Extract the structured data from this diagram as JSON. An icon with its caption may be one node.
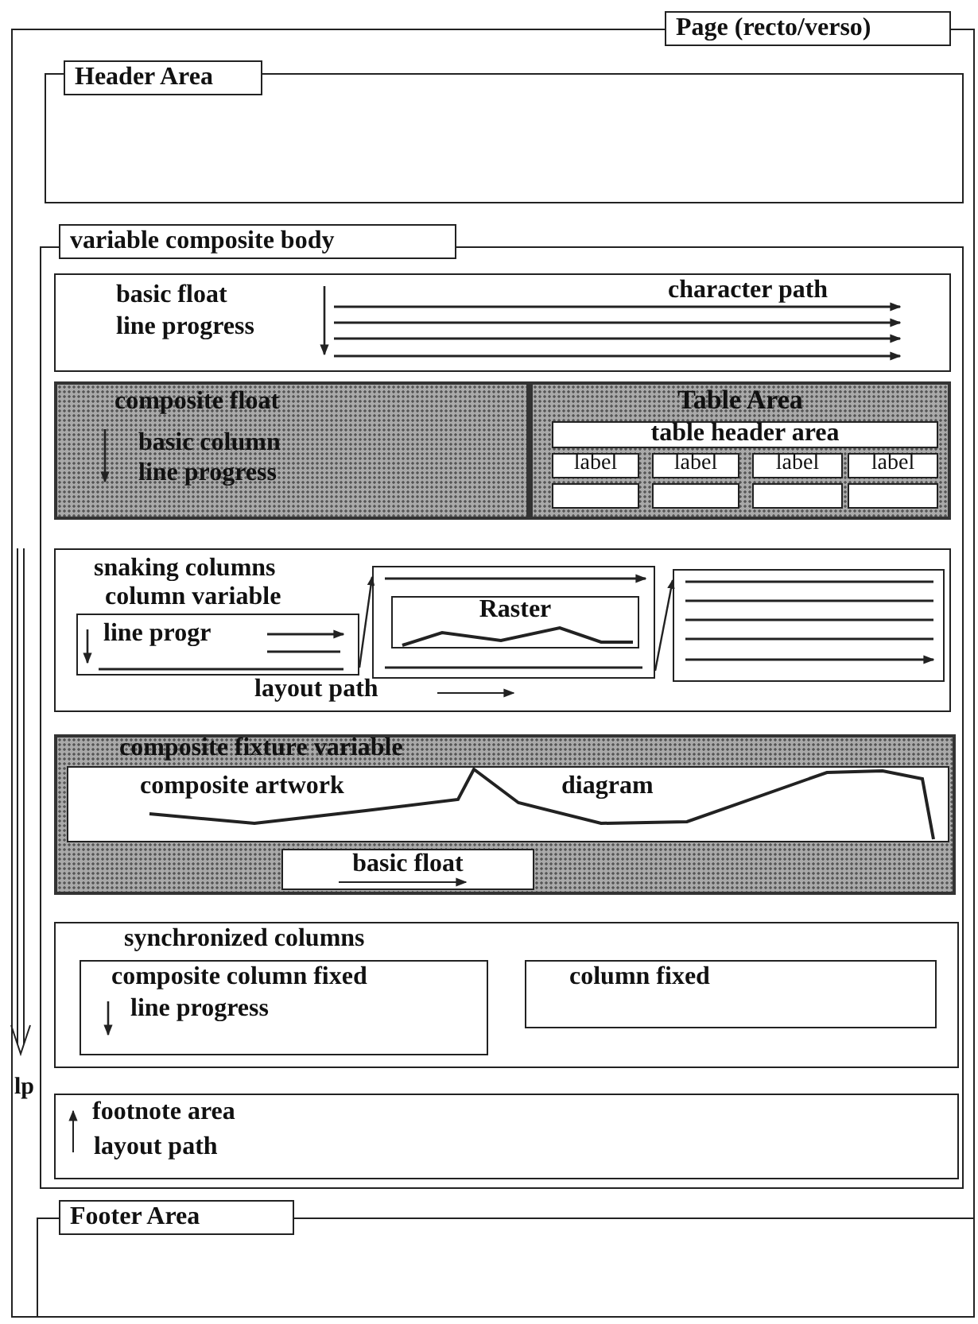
{
  "diagram": {
    "nodes": [
      {
        "text": [
          "Page (recto/verso)"
        ]
      },
      {
        "text": [
          "Header Area"
        ],
        "in": 0
      },
      {
        "text": [
          "variable composite body"
        ],
        "in": 0
      },
      {
        "text": [
          "basic float",
          "line progress",
          "character path"
        ],
        "in": 2
      },
      {
        "text": [
          "composite float",
          "basic column",
          "line progress"
        ],
        "in": 2
      },
      {
        "text": [
          "Table Area"
        ],
        "in": 2
      },
      {
        "text": [
          "table header area"
        ],
        "in": 5
      },
      {
        "text": [
          "label"
        ],
        "in": 5
      },
      {
        "text": [
          "label"
        ],
        "in": 5
      },
      {
        "text": [
          "label"
        ],
        "in": 5
      },
      {
        "text": [
          "label"
        ],
        "in": 5
      },
      {
        "text": [],
        "shape": "box",
        "in": 5
      },
      {
        "text": [],
        "shape": "box",
        "in": 5
      },
      {
        "text": [],
        "shape": "box",
        "in": 5
      },
      {
        "text": [],
        "shape": "box",
        "in": 5
      },
      {
        "text": [
          "snaking columns",
          "column variable",
          "layout path"
        ],
        "in": 2
      },
      {
        "text": [
          "line progr"
        ],
        "in": 15
      },
      {
        "text": [],
        "shape": "box",
        "in": 15
      },
      {
        "text": [
          "Raster"
        ],
        "in": 17
      },
      {
        "text": [],
        "shape": "box",
        "in": 15
      },
      {
        "text": [
          "composite fixture variable"
        ],
        "in": 2
      },
      {
        "text": [
          "composite artwork",
          "diagram"
        ],
        "in": 20
      },
      {
        "text": [
          "basic float"
        ],
        "in": 20
      },
      {
        "text": [
          "synchronized columns"
        ],
        "in": 2
      },
      {
        "text": [
          "composite column fixed",
          "line progress"
        ],
        "in": 23
      },
      {
        "text": [
          "column fixed"
        ],
        "in": 23
      },
      {
        "text": [
          "footnote area",
          "layout path"
        ],
        "in": 2
      },
      {
        "text": [
          "Footer Area"
        ],
        "in": 0
      }
    ],
    "edges": [
      {
        "from": 16,
        "to": 17,
        "arrow": "to"
      },
      {
        "from": 17,
        "to": 19,
        "arrow": "to"
      }
    ],
    "labels": [
      "lp"
    ]
  }
}
